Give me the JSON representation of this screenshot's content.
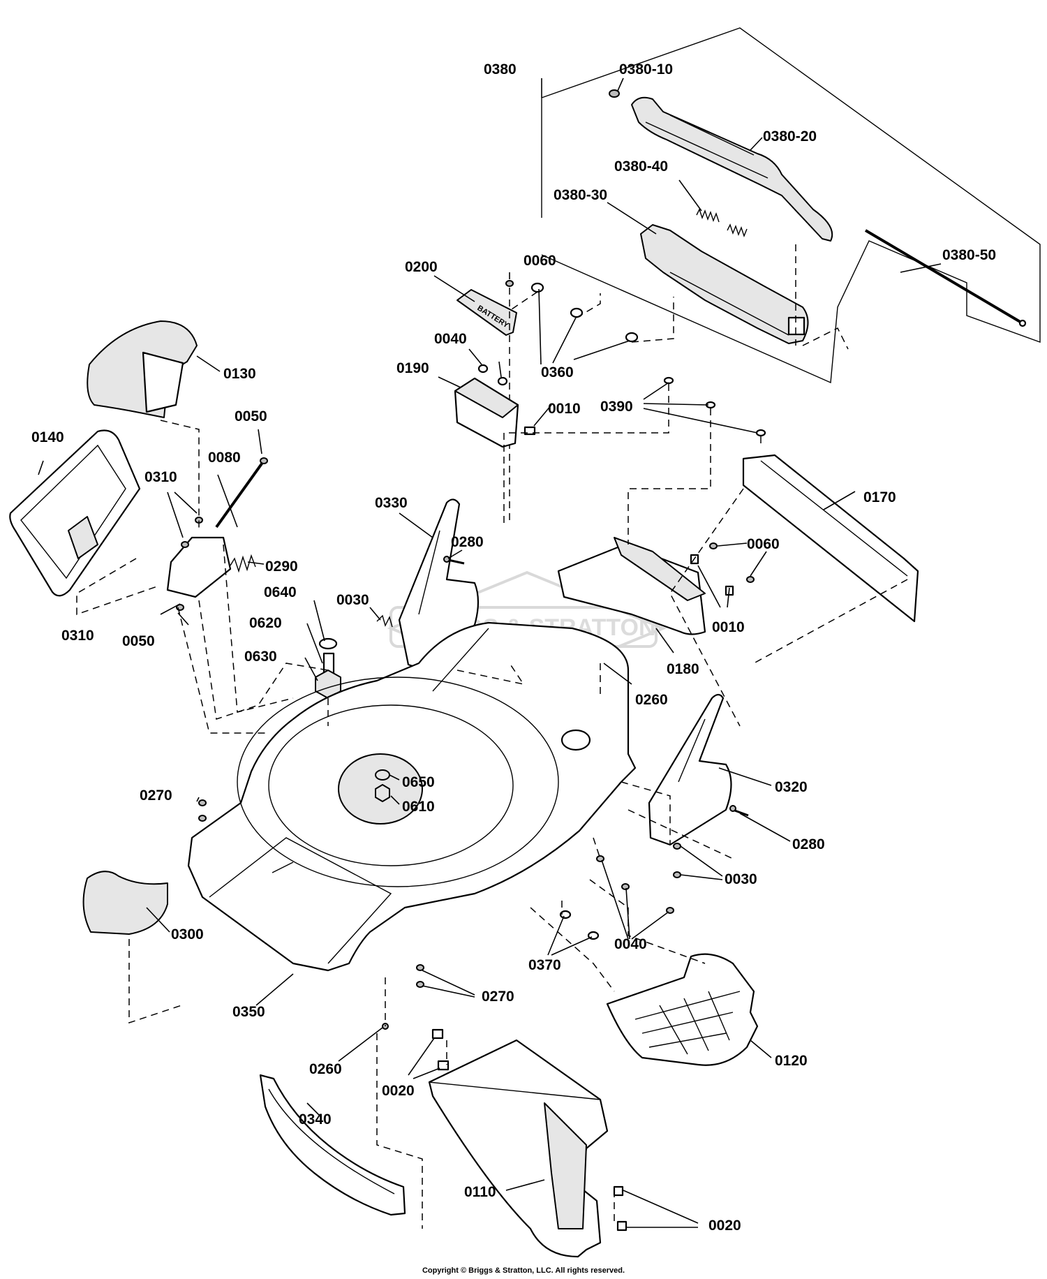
{
  "watermark": "BRIGGS & STRATTON",
  "copyright": "Copyright © Briggs & Stratton, LLC. All rights reserved.",
  "battery_label": "BATTERY",
  "callouts": {
    "c0380": "0380",
    "c0380_10": "0380-10",
    "c0380_20": "0380-20",
    "c0380_40": "0380-40",
    "c0380_30": "0380-30",
    "c0380_50": "0380-50",
    "c0060_top": "0060",
    "c0200": "0200",
    "c0040_top": "0040",
    "c0360": "0360",
    "c0190": "0190",
    "c0010_top": "0010",
    "c0390": "0390",
    "c0130": "0130",
    "c0050_top": "0050",
    "c0140": "0140",
    "c0080": "0080",
    "c0310_top": "0310",
    "c0330": "0330",
    "c0170": "0170",
    "c0280_top": "0280",
    "c0060_right": "0060",
    "c0290": "0290",
    "c0640": "0640",
    "c0030_left": "0030",
    "c0620": "0620",
    "c0010_right": "0010",
    "c0310_bottom": "0310",
    "c0050_bottom": "0050",
    "c0630": "0630",
    "c0180": "0180",
    "c0260_top": "0260",
    "c0320": "0320",
    "c0650": "0650",
    "c0270_left": "0270",
    "c0610": "0610",
    "c0280_right": "0280",
    "c0030_right": "0030",
    "c0300": "0300",
    "c0040_bottom": "0040",
    "c0370": "0370",
    "c0270_bottom": "0270",
    "c0350": "0350",
    "c0120": "0120",
    "c0260_bottom": "0260",
    "c0020_top": "0020",
    "c0340": "0340",
    "c0110": "0110",
    "c0020_bottom": "0020"
  }
}
